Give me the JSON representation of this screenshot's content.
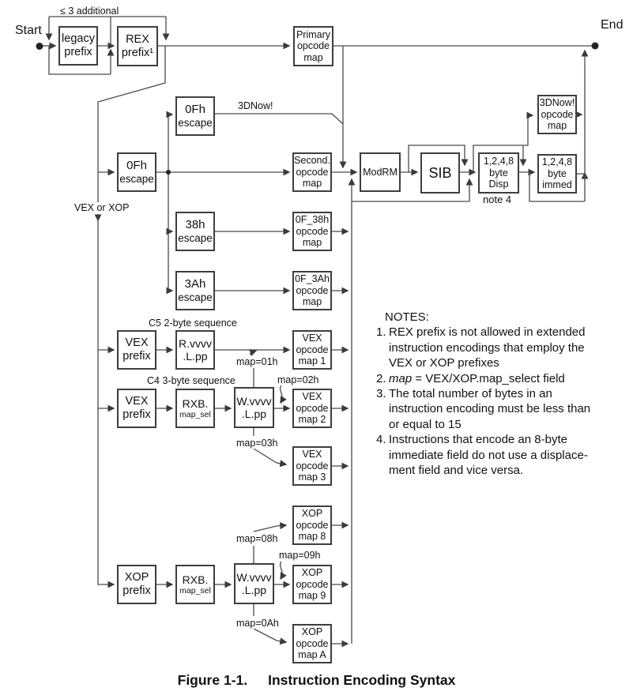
{
  "figure": {
    "caption_label": "Figure 1-1.",
    "caption_title": "Instruction Encoding Syntax"
  },
  "terminals": {
    "start": "Start",
    "end": "End"
  },
  "style": {
    "line_color": "#4a4a4a",
    "box_border_color": "#3e3e3e",
    "text_color": "#111111",
    "background": "#ffffff"
  },
  "nodes": {
    "legacy": {
      "l1": "legacy",
      "l2": "prefix"
    },
    "rex": {
      "l1": "REX",
      "l2": "prefix¹"
    },
    "primary": {
      "l1": "Primary",
      "l2": "opcode",
      "l3": "map"
    },
    "esc0f_top": {
      "l1": "0Fh",
      "l2": "escape"
    },
    "esc0f": {
      "l1": "0Fh",
      "l2": "escape"
    },
    "secondary": {
      "l1": "Second.",
      "l2": "opcode",
      "l3": "map"
    },
    "esc38": {
      "l1": "38h",
      "l2": "escape"
    },
    "map38": {
      "l1": "0F_38h",
      "l2": "opcode",
      "l3": "map"
    },
    "esc3a": {
      "l1": "3Ah",
      "l2": "escape"
    },
    "map3a": {
      "l1": "0F_3Ah",
      "l2": "opcode",
      "l3": "map"
    },
    "modrm": {
      "l1": "ModRM"
    },
    "sib": {
      "l1": "SIB"
    },
    "disp": {
      "l1": "1,2,4,8",
      "l2": "byte",
      "l3": "Disp"
    },
    "now3d": {
      "l1": "3DNow!",
      "l2": "opcode",
      "l3": "map"
    },
    "immed": {
      "l1": "1,2,4,8",
      "l2": "byte",
      "l3": "immed"
    },
    "vexp1": {
      "l1": "VEX",
      "l2": "prefix"
    },
    "rvvvv": {
      "l1": "R.vvvv",
      "l2": ".L.pp"
    },
    "vexmap1": {
      "l1": "VEX",
      "l2": "opcode",
      "l3": "map 1"
    },
    "vexp2": {
      "l1": "VEX",
      "l2": "prefix"
    },
    "rxb1": {
      "l1": "RXB.",
      "l2": "map_sel"
    },
    "wvvvv1": {
      "l1": "W.vvvv",
      "l2": ".L.pp"
    },
    "vexmap2": {
      "l1": "VEX",
      "l2": "opcode",
      "l3": "map 2"
    },
    "vexmap3": {
      "l1": "VEX",
      "l2": "opcode",
      "l3": "map 3"
    },
    "xopp": {
      "l1": "XOP",
      "l2": "prefix"
    },
    "rxb2": {
      "l1": "RXB.",
      "l2": "map_sel"
    },
    "wvvvv2": {
      "l1": "W.vvvv",
      "l2": ".L.pp"
    },
    "xopmap8": {
      "l1": "XOP",
      "l2": "opcode",
      "l3": "map 8"
    },
    "xopmap9": {
      "l1": "XOP",
      "l2": "opcode",
      "l3": "map 9"
    },
    "xopmapa": {
      "l1": "XOP",
      "l2": "opcode",
      "l3": "map A"
    }
  },
  "labels": {
    "legacy_loop": "≤ 3 additional",
    "vex_or_xop": "VEX or XOP",
    "threednow": "3DNow!",
    "note4": "note 4",
    "c5": "C5 2-byte sequence",
    "c4": "C4 3-byte sequence",
    "map01": "map=01h",
    "map02": "map=02h",
    "map03": "map=03h",
    "map08": "map=08h",
    "map09": "map=09h",
    "map0a": "map=0Ah"
  },
  "notes": {
    "heading": "NOTES:",
    "n1": {
      "num": "1.",
      "line1": "REX prefix is not allowed in extended",
      "line2": "instruction encodings that employ the",
      "line3": "VEX or XOP prefixes"
    },
    "n2": {
      "num": "2.",
      "italic": "map",
      "rest": " = VEX/XOP.map_select field"
    },
    "n3": {
      "num": "3.",
      "line1": "The total number of bytes in an",
      "line2": "instruction encoding must be less than",
      "line3": "or equal to 15"
    },
    "n4": {
      "num": "4.",
      "line1": "Instructions that encode an 8-byte",
      "line2": "immediate field do not use a displace-",
      "line3": "ment field and vice versa."
    }
  }
}
